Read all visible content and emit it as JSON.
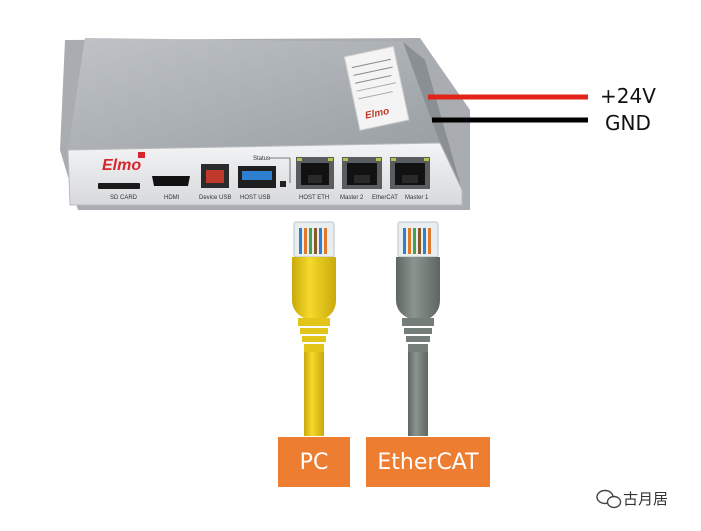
{
  "device": {
    "brand": "Elmo",
    "ports": {
      "sd_card": "SD CARD",
      "hdmi": "HDMI",
      "device_usb": "Device USB",
      "host_usb": "HOST USB",
      "host_eth": "HOST ETH",
      "master2": "Master 2",
      "ethercat": "EtherCAT",
      "master1": "Master 1"
    },
    "status_label": "Status"
  },
  "power": {
    "plus": "+24V",
    "gnd": "GND"
  },
  "labels": {
    "pc": "PC",
    "ethercat": "EtherCAT"
  },
  "watermark": {
    "text": "古月居"
  },
  "colors": {
    "tag_orange": "#ED7D31",
    "cable_yellow": "#F2D21B",
    "cable_gray": "#7D8580",
    "wire_red": "#E2231A",
    "wire_black": "#000000",
    "usb_blue": "#2F7FD1",
    "usb_device": "#C0392B",
    "brand_red": "#D7262E"
  }
}
